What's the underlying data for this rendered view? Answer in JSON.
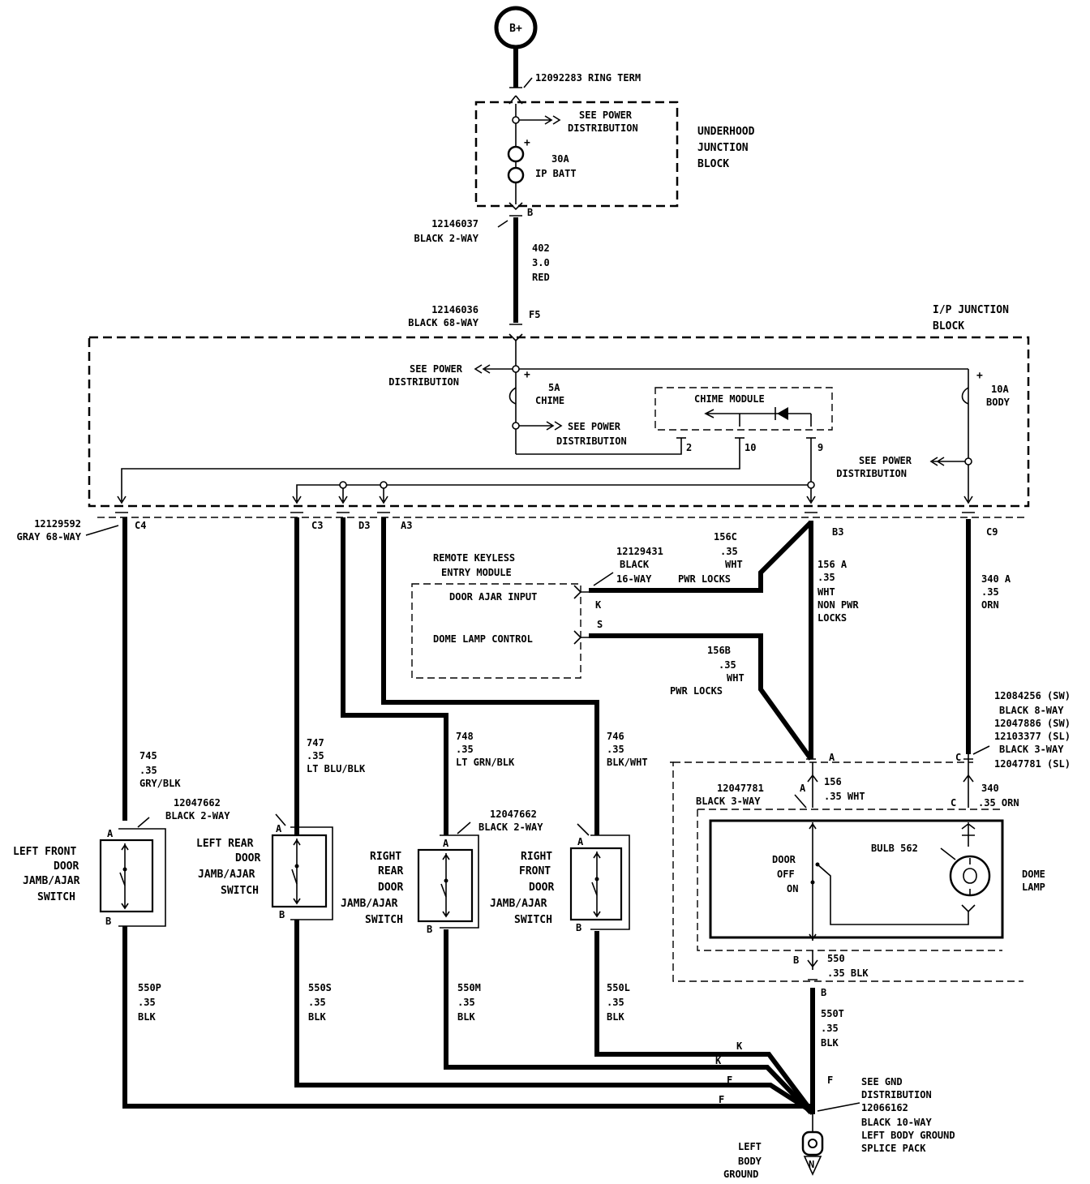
{
  "power_source": {
    "label": "B+",
    "ring_term": "12092283  RING TERM"
  },
  "underhood_block": {
    "title": [
      "UNDERHOOD",
      "JUNCTION",
      "BLOCK"
    ],
    "see_power": [
      "SEE POWER",
      "DISTRIBUTION"
    ],
    "fuse": [
      "30A",
      "IP BATT"
    ],
    "pin": "B"
  },
  "wire_402": {
    "connector_a": [
      "12146037",
      "BLACK 2-WAY"
    ],
    "labels": [
      "402",
      "3.0",
      "RED"
    ],
    "connector_b": [
      "12146036",
      "BLACK 68-WAY"
    ],
    "pin": "F5"
  },
  "ip_block": {
    "title": [
      "I/P JUNCTION",
      "BLOCK"
    ],
    "see_power_1": [
      "SEE POWER",
      "DISTRIBUTION"
    ],
    "fuse_chime": [
      "5A",
      "CHIME"
    ],
    "see_power_2": [
      "SEE POWER",
      "DISTRIBUTION"
    ],
    "chime_module": "CHIME MODULE",
    "chime_pins": [
      "2",
      "10",
      "9"
    ],
    "fuse_body": [
      "10A",
      "BODY"
    ],
    "see_power_3": [
      "SEE POWER",
      "DISTRIBUTION"
    ],
    "connector_gray": [
      "12129592",
      "GRAY 68-WAY"
    ],
    "pins": [
      "C4",
      "C3",
      "D3",
      "A3",
      "B3",
      "C9"
    ]
  },
  "keyless_module": {
    "title": [
      "REMOTE KEYLESS",
      "ENTRY MODULE"
    ],
    "connector": [
      "12129431",
      "BLACK",
      "16-WAY"
    ],
    "inputs": [
      "DOOR AJAR INPUT",
      "DOME LAMP CONTROL"
    ],
    "pins": [
      "K",
      "S"
    ]
  },
  "wires": {
    "w156c": [
      "156C",
      ".35",
      "WHT",
      "PWR LOCKS"
    ],
    "w156a": [
      "156 A",
      ".35",
      "WHT",
      "NON PWR",
      "LOCKS"
    ],
    "w156b": [
      "156B",
      ".35",
      "WHT",
      "PWR LOCKS"
    ],
    "w340a": [
      "340 A",
      ".35",
      "ORN"
    ],
    "w745": [
      "745",
      ".35",
      "GRY/BLK"
    ],
    "w747": [
      "747",
      ".35",
      "LT BLU/BLK"
    ],
    "w748": [
      "748",
      ".35",
      "LT GRN/BLK"
    ],
    "w746": [
      "746",
      ".35",
      "BLK/WHT"
    ],
    "w550p": [
      "550P",
      ".35",
      "BLK"
    ],
    "w550s": [
      "550S",
      ".35",
      "BLK"
    ],
    "w550m": [
      "550M",
      ".35",
      "BLK"
    ],
    "w550l": [
      "550L",
      ".35",
      "BLK"
    ],
    "w550t": [
      "550T",
      ".35",
      "BLK"
    ]
  },
  "switches": {
    "lf": [
      "LEFT FRONT",
      "DOOR",
      "JAMB/AJAR",
      "SWITCH"
    ],
    "lr": [
      "LEFT REAR",
      "DOOR",
      "JAMB/AJAR",
      "SWITCH"
    ],
    "rr": [
      "RIGHT",
      "REAR",
      "DOOR",
      "JAMB/AJAR",
      "SWITCH"
    ],
    "rf": [
      "RIGHT",
      "FRONT",
      "DOOR",
      "JAMB/AJAR",
      "SWITCH"
    ],
    "connector_lf": [
      "12047662",
      "BLACK 2-WAY"
    ],
    "connector_rr": [
      "12047662",
      "BLACK 2-WAY"
    ],
    "pin_a": "A",
    "pin_b": "B"
  },
  "dome": {
    "connector_right": [
      "12084256 (SW)",
      "BLACK 8-WAY",
      "12047886 (SW)",
      "12103377 (SL)",
      "BLACK 3-WAY",
      "12047781 (SL)"
    ],
    "connector_left": [
      "12047781",
      "BLACK  3-WAY"
    ],
    "w156": [
      "156",
      ".35 WHT"
    ],
    "w340": [
      "340",
      ".35 ORN"
    ],
    "bulb": "BULB 562",
    "switch_pos": [
      "DOOR",
      "OFF",
      "ON"
    ],
    "title": [
      "DOME",
      "LAMP"
    ],
    "w550": [
      "550",
      ".35 BLK"
    ],
    "pins": [
      "A",
      "C",
      "B"
    ]
  },
  "ground": {
    "see_gnd": [
      "SEE GND",
      "DISTRIBUTION",
      "12066162",
      "BLACK 10-WAY",
      "LEFT BODY GROUND",
      "SPLICE PACK"
    ],
    "title": [
      "LEFT",
      "BODY",
      "GROUND"
    ],
    "splice_pins": [
      "K",
      "K",
      "F",
      "F",
      "F"
    ],
    "symbol": "N"
  }
}
